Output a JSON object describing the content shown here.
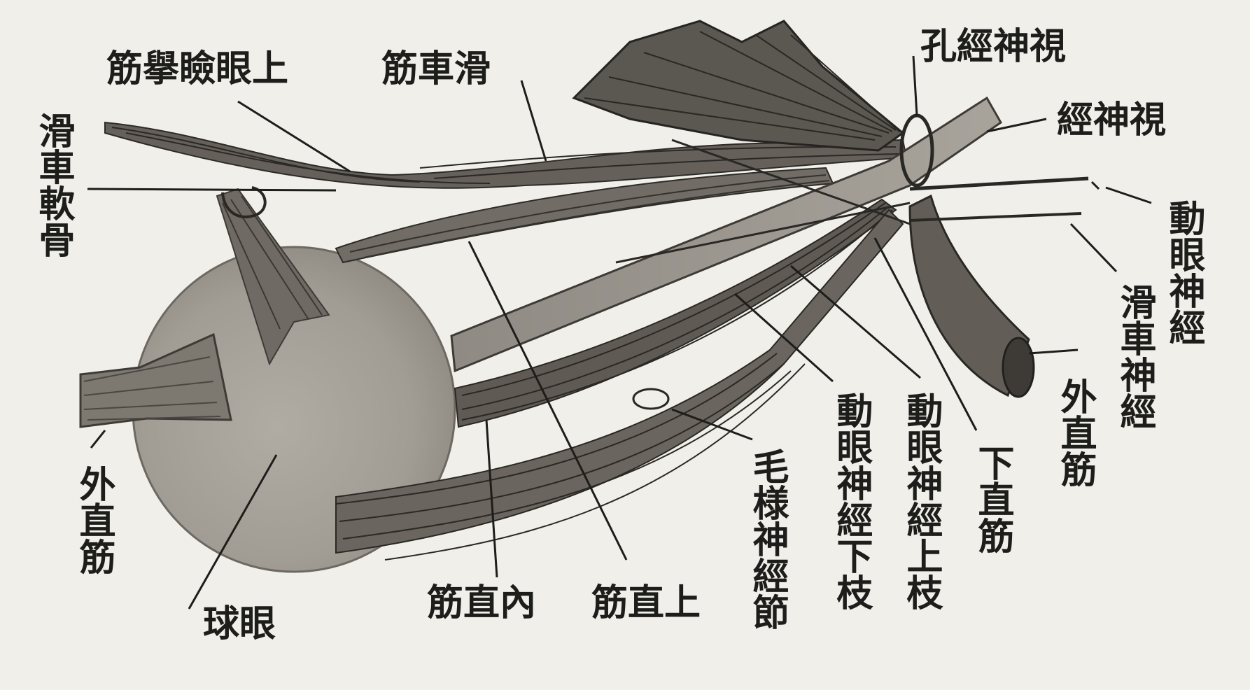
{
  "labels": {
    "levator": "筋擧瞼眼上",
    "trochlear_muscle": "筋車滑",
    "optic_foramen": "孔經神視",
    "optic_nerve": "經神視",
    "trochlea": "滑車軟骨",
    "oculomotor_nerve": "動眼神經",
    "trochlear_nerve": "滑車神經",
    "lateral_rectus_right": "外直筋",
    "inferior_rectus": "下直筋",
    "oculomotor_superior": "動眼神經上枝",
    "oculomotor_inferior": "動眼神經下枝",
    "ciliary_ganglion": "毛様神經節",
    "superior_rectus": "筋直上",
    "medial_rectus": "筋直內",
    "eyeball": "球眼",
    "lateral_rectus_left": "外直筋"
  }
}
